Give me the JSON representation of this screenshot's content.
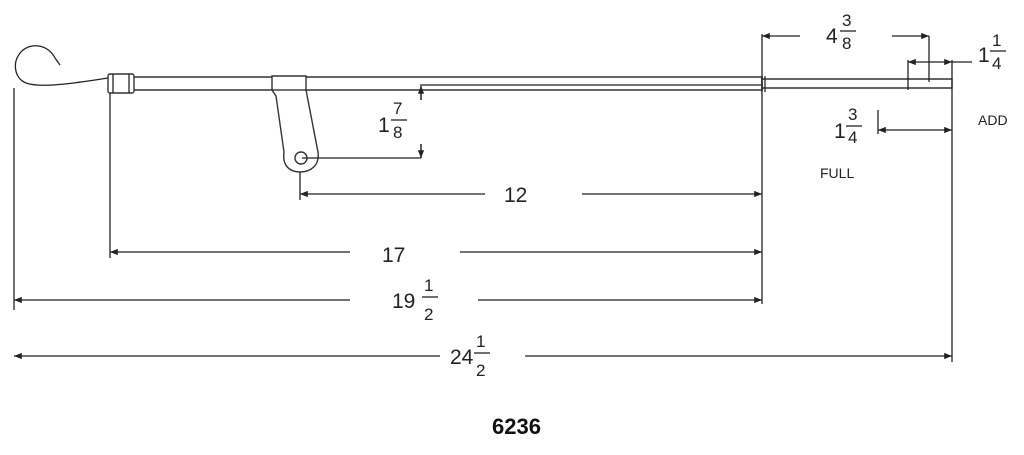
{
  "part_number": "6236",
  "labels": {
    "add": "ADD",
    "full": "FULL"
  },
  "dimensions": {
    "d_4_3_8": {
      "whole": "4",
      "num": "3",
      "den": "8"
    },
    "d_1_1_4": {
      "whole": "1",
      "num": "1",
      "den": "4"
    },
    "d_1_3_4": {
      "whole": "1",
      "num": "3",
      "den": "4"
    },
    "d_1_7_8": {
      "whole": "1",
      "num": "7",
      "den": "8"
    },
    "d_12": {
      "whole": "12"
    },
    "d_17": {
      "whole": "17"
    },
    "d_19_1_2": {
      "whole": "19",
      "num": "1",
      "den": "2"
    },
    "d_24_1_2": {
      "whole": "24",
      "num": "1",
      "den": "2"
    }
  }
}
